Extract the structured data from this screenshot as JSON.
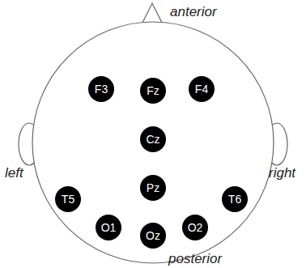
{
  "diagram": {
    "nodes": [
      {
        "text": [
          "F3"
        ]
      },
      {
        "text": [
          "Fz"
        ]
      },
      {
        "text": [
          "F4"
        ]
      },
      {
        "text": [
          "Cz"
        ]
      },
      {
        "text": [
          "Pz"
        ]
      },
      {
        "text": [
          "T5"
        ]
      },
      {
        "text": [
          "T6"
        ]
      },
      {
        "text": [
          "O1"
        ]
      },
      {
        "text": [
          "Oz"
        ]
      },
      {
        "text": [
          "O2"
        ]
      }
    ],
    "labels": [
      "anterior",
      "left",
      "right",
      "posterior"
    ]
  }
}
